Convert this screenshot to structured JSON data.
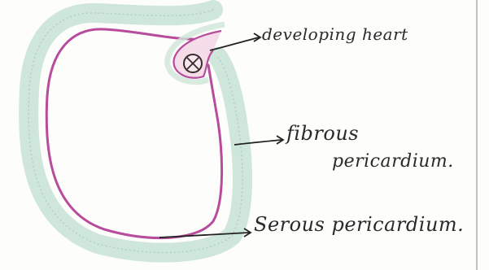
{
  "labels": {
    "developing_heart": "developing heart",
    "fibrous_line1": "fibrous",
    "fibrous_line2": "pericardium.",
    "serous": "Serous pericardium."
  },
  "colors": {
    "background": "#fdfdfb",
    "outer_layer": "#cfe6da",
    "outer_edge": "#9fc8b4",
    "inner_layer": "#b84c9c",
    "ink": "#2a2a2a"
  }
}
